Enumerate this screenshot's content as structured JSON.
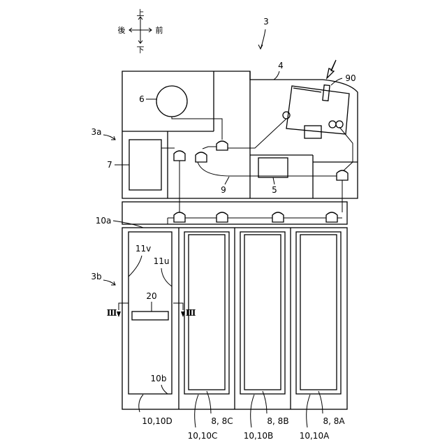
{
  "orientation": {
    "up": "上",
    "down": "下",
    "rear": "後",
    "front": "前"
  },
  "labels": {
    "device": "3",
    "cover": "4",
    "disk": "6",
    "upper_unit": "3a",
    "controller": "7",
    "wiring": "9",
    "unit5": "5",
    "insert_port": "90",
    "rail": "10a",
    "lower_unit": "3b",
    "wall_v": "11v",
    "wall_u": "11u",
    "part20": "20",
    "part10b": "10b",
    "section": "Ⅲ"
  },
  "bottom_labels": {
    "slot_d": "10,10D",
    "slot_c": "10,10C",
    "slot_b": "10,10B",
    "slot_a": "10,10A",
    "tray_c": "8, 8C",
    "tray_b": "8, 8B",
    "tray_a": "8, 8A"
  }
}
